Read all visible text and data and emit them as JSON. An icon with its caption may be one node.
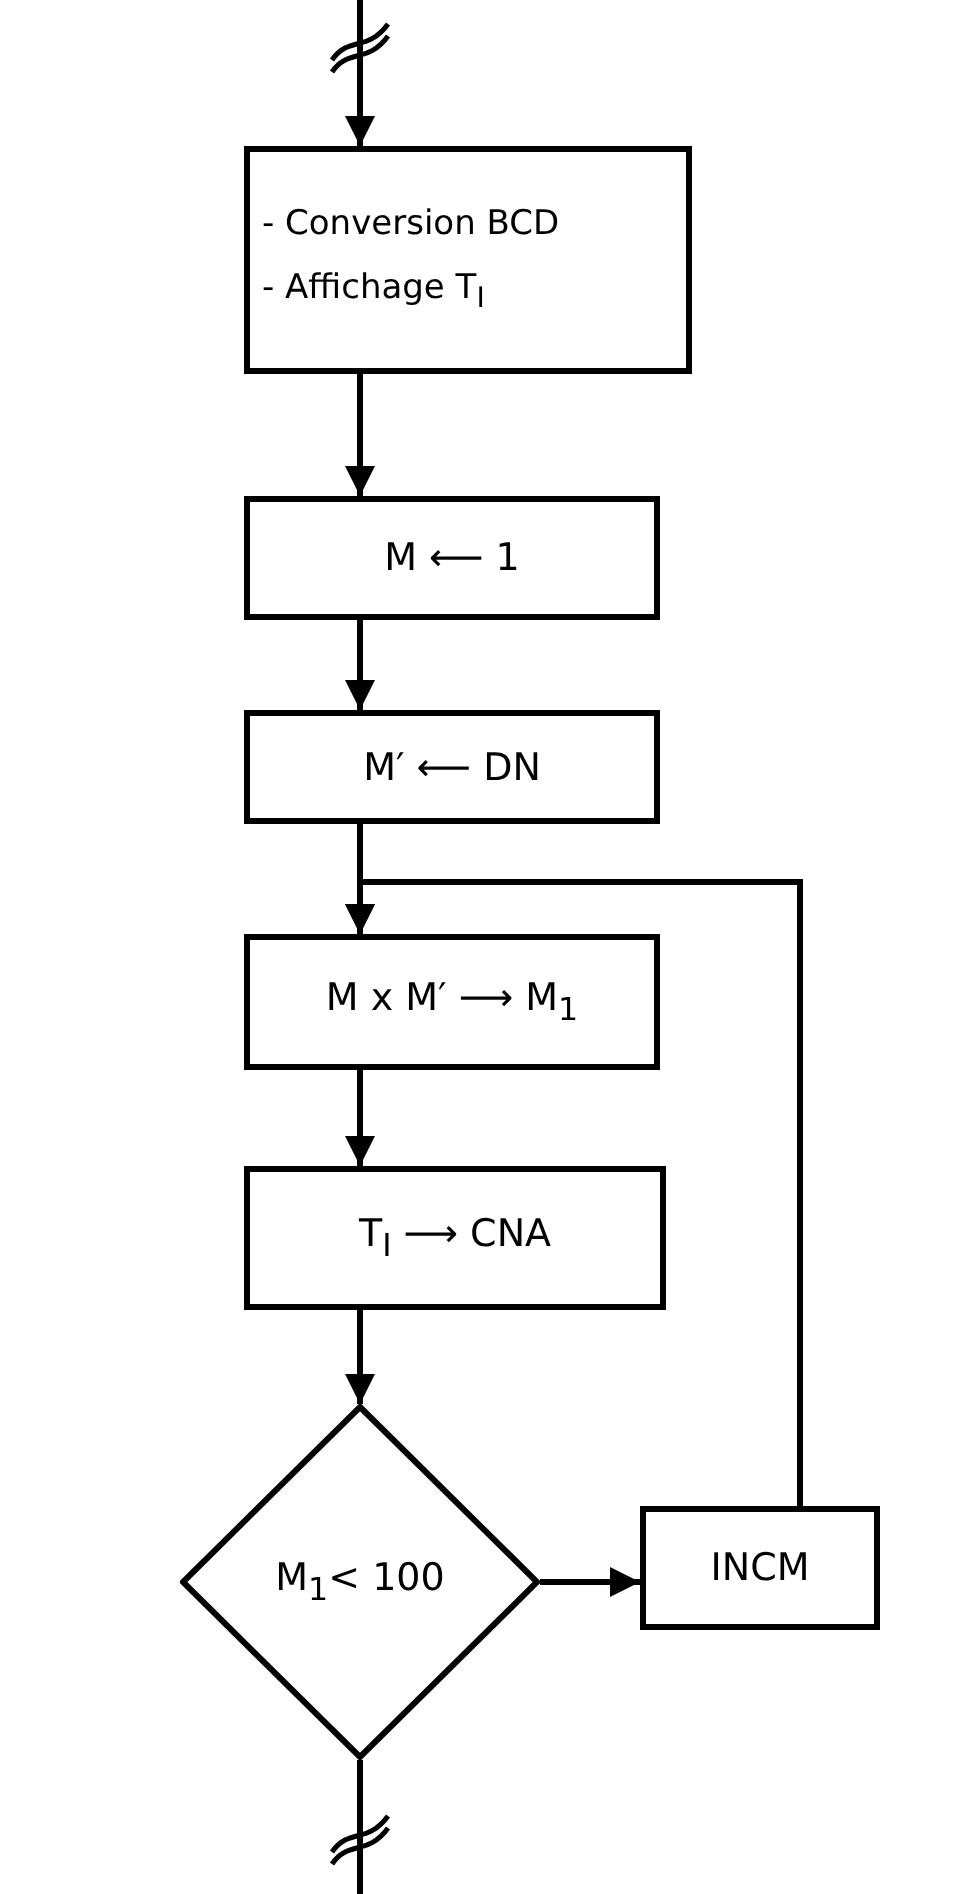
{
  "diagram": {
    "nodes": [
      {
        "text": [
          "- Conversion BCD",
          "- Affichage T$_{I}$"
        ]
      },
      {
        "text": [
          "M ⟵ 1"
        ]
      },
      {
        "text": [
          "M′ ⟵ DN"
        ]
      },
      {
        "text": [
          "M x M′ ⟶ M$_{1}$"
        ]
      },
      {
        "text": [
          "T$_{I}$ ⟶ CNA"
        ]
      },
      {
        "text": [
          "M$_{1}$< 100"
        ]
      },
      {
        "text": [
          "INCM"
        ]
      }
    ],
    "edges": [
      {
        "from": null,
        "to": 0,
        "arrow": "to"
      },
      {
        "from": 0,
        "to": 1,
        "arrow": "to"
      },
      {
        "from": 1,
        "to": 2,
        "arrow": "to"
      },
      {
        "from": 2,
        "to": 3,
        "arrow": "to"
      },
      {
        "from": 3,
        "to": 4,
        "arrow": "to"
      },
      {
        "from": 4,
        "to": 5,
        "arrow": "to"
      },
      {
        "from": 5,
        "to": 6,
        "arrow": "to"
      },
      {
        "from": 6,
        "to": 3,
        "arrow": "to"
      },
      {
        "from": 5,
        "to": null,
        "arrow": "none"
      }
    ]
  }
}
